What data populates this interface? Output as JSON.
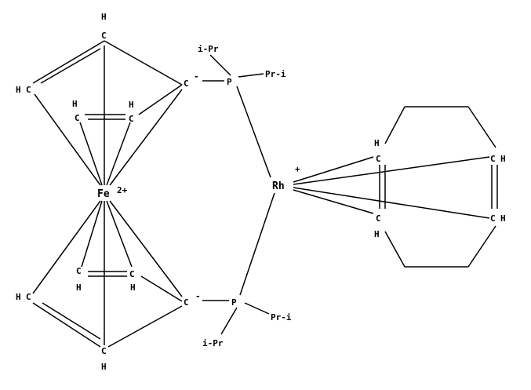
{
  "molecule": {
    "atoms": {
      "fe": "Fe",
      "fe_charge": "2+",
      "rh": "Rh",
      "rh_charge": "+",
      "p_top": "P",
      "p_bottom": "P",
      "c_anion": "C",
      "anion_charge": "-",
      "carbon": "C",
      "hydrogen": "H",
      "substituent_left": "i-Pr",
      "substituent_right": "Pr-i"
    }
  }
}
